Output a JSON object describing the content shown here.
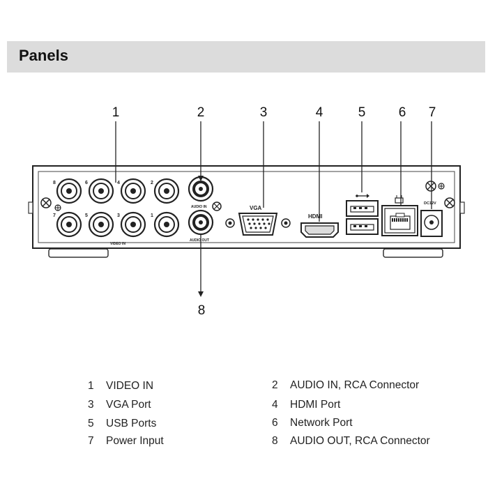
{
  "header": {
    "title": "Panels"
  },
  "callouts": [
    "1",
    "2",
    "3",
    "4",
    "5",
    "6",
    "7",
    "8"
  ],
  "panel_labels": {
    "video_in": "VIDEO IN",
    "audio_in": "AUDIO IN",
    "audio_out": "AUDIO OUT",
    "vga": "VGA",
    "hdmi": "HDMI",
    "dc": "DC12V",
    "channel_numbers_top": [
      "8",
      "6",
      "4",
      "2"
    ],
    "channel_numbers_bottom": [
      "7",
      "5",
      "3",
      "1"
    ]
  },
  "legend": [
    {
      "num": "1",
      "label": "VIDEO IN"
    },
    {
      "num": "2",
      "label": "AUDIO IN, RCA Connector"
    },
    {
      "num": "3",
      "label": "VGA Port"
    },
    {
      "num": "4",
      "label": "HDMI Port"
    },
    {
      "num": "5",
      "label": "USB Ports"
    },
    {
      "num": "6",
      "label": "Network Port"
    },
    {
      "num": "7",
      "label": "Power Input"
    },
    {
      "num": "8",
      "label": "AUDIO OUT, RCA Connector"
    }
  ]
}
